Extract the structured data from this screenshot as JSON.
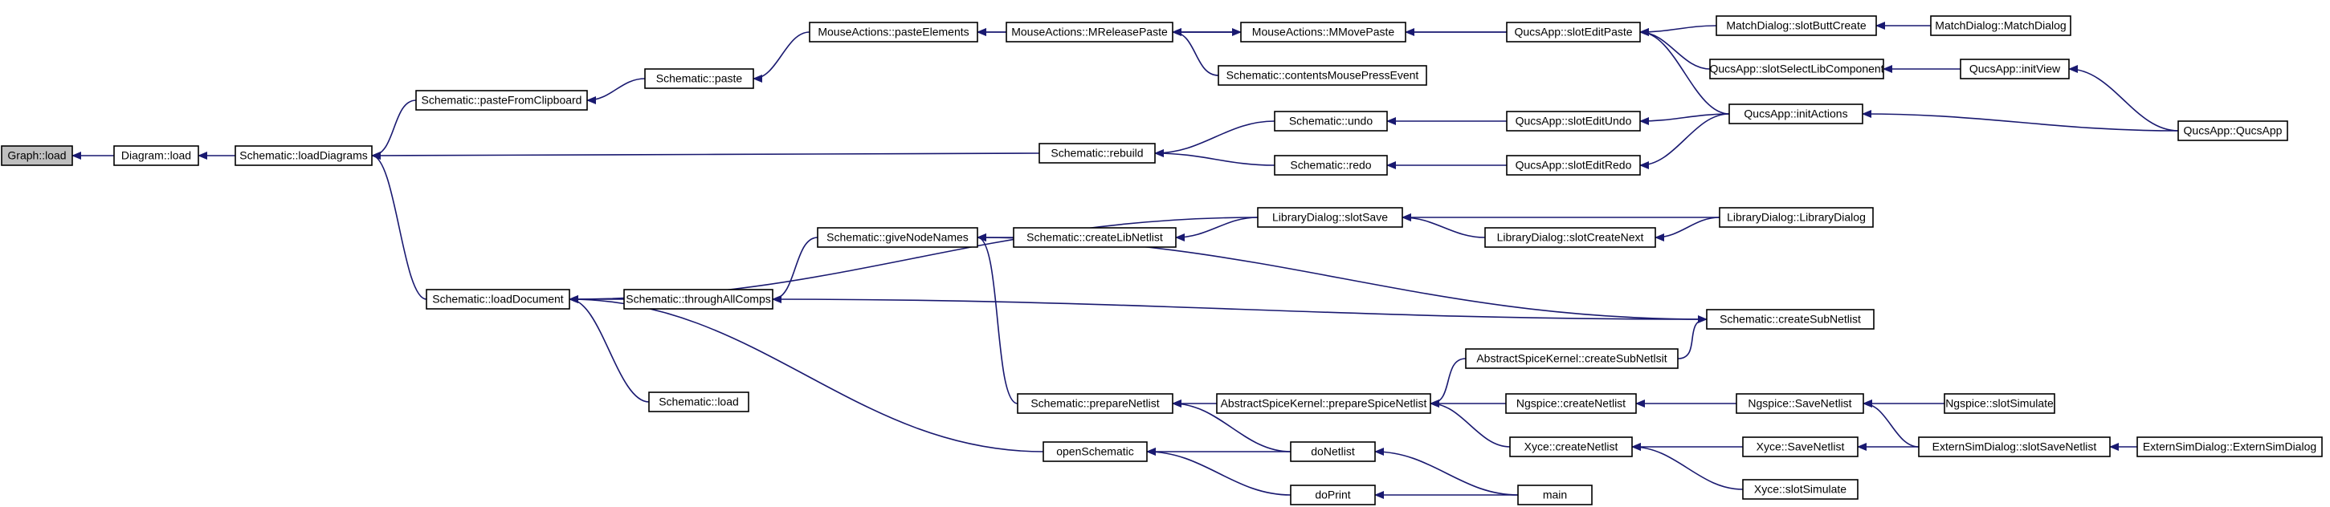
{
  "colors": {
    "edge": "#191970",
    "node_fill": "#ffffff",
    "node_fill_highlight": "#bfbfbf",
    "node_border": "#000000",
    "background": "#ffffff"
  },
  "nodes": [
    {
      "id": "n01",
      "label": "Graph::load",
      "highlight": true
    },
    {
      "id": "n02",
      "label": "Diagram::load"
    },
    {
      "id": "n03",
      "label": "Schematic::loadDiagrams"
    },
    {
      "id": "n04",
      "label": "Schematic::pasteFromClipboard"
    },
    {
      "id": "n05",
      "label": "Schematic::loadDocument"
    },
    {
      "id": "n06",
      "label": "Schematic::paste"
    },
    {
      "id": "n07",
      "label": "MouseActions::pasteElements"
    },
    {
      "id": "n08",
      "label": "MouseActions::MReleasePaste"
    },
    {
      "id": "n09",
      "label": "MouseActions::MMovePaste"
    },
    {
      "id": "n10",
      "label": "Schematic::contentsMousePressEvent"
    },
    {
      "id": "n11",
      "label": "QucsApp::slotEditPaste"
    },
    {
      "id": "n12",
      "label": "MatchDialog::slotButtCreate"
    },
    {
      "id": "n13",
      "label": "MatchDialog::MatchDialog"
    },
    {
      "id": "n14",
      "label": "QucsApp::slotSelectLibComponent"
    },
    {
      "id": "n15",
      "label": "QucsApp::initView"
    },
    {
      "id": "n16",
      "label": "QucsApp::initActions"
    },
    {
      "id": "n17",
      "label": "QucsApp::QucsApp"
    },
    {
      "id": "n18",
      "label": "Schematic::rebuild"
    },
    {
      "id": "n19",
      "label": "Schematic::undo"
    },
    {
      "id": "n20",
      "label": "Schematic::redo"
    },
    {
      "id": "n21",
      "label": "QucsApp::slotEditUndo"
    },
    {
      "id": "n22",
      "label": "QucsApp::slotEditRedo"
    },
    {
      "id": "n23",
      "label": "Schematic::throughAllComps"
    },
    {
      "id": "n24",
      "label": "Schematic::load"
    },
    {
      "id": "n25",
      "label": "Schematic::giveNodeNames"
    },
    {
      "id": "n26",
      "label": "Schematic::createLibNetlist"
    },
    {
      "id": "n27",
      "label": "LibraryDialog::slotSave"
    },
    {
      "id": "n28",
      "label": "LibraryDialog::slotCreateNext"
    },
    {
      "id": "n29",
      "label": "LibraryDialog::LibraryDialog"
    },
    {
      "id": "n30",
      "label": "Schematic::createSubNetlist"
    },
    {
      "id": "n31",
      "label": "AbstractSpiceKernel::createSubNetlsit"
    },
    {
      "id": "n32",
      "label": "Schematic::prepareNetlist"
    },
    {
      "id": "n33",
      "label": "AbstractSpiceKernel::prepareSpiceNetlist"
    },
    {
      "id": "n34",
      "label": "Ngspice::createNetlist"
    },
    {
      "id": "n35",
      "label": "Ngspice::SaveNetlist"
    },
    {
      "id": "n36",
      "label": "Ngspice::slotSimulate"
    },
    {
      "id": "n37",
      "label": "Xyce::createNetlist"
    },
    {
      "id": "n38",
      "label": "Xyce::SaveNetlist"
    },
    {
      "id": "n39",
      "label": "ExternSimDialog::slotSaveNetlist"
    },
    {
      "id": "n40",
      "label": "ExternSimDialog::ExternSimDialog"
    },
    {
      "id": "n41",
      "label": "Xyce::slotSimulate"
    },
    {
      "id": "n42",
      "label": "openSchematic"
    },
    {
      "id": "n43",
      "label": "doNetlist"
    },
    {
      "id": "n44",
      "label": "doPrint"
    },
    {
      "id": "n45",
      "label": "main"
    }
  ],
  "edges": [
    [
      "n02",
      "n01"
    ],
    [
      "n03",
      "n02"
    ],
    [
      "n04",
      "n03"
    ],
    [
      "n05",
      "n03"
    ],
    [
      "n18",
      "n03"
    ],
    [
      "n06",
      "n04"
    ],
    [
      "n07",
      "n06"
    ],
    [
      "n08",
      "n07"
    ],
    [
      "n11",
      "n07"
    ],
    [
      "n09",
      "n08"
    ],
    [
      "n10",
      "n08"
    ],
    [
      "n08",
      "n09"
    ],
    [
      "n11",
      "n09"
    ],
    [
      "n12",
      "n11"
    ],
    [
      "n14",
      "n11"
    ],
    [
      "n16",
      "n11"
    ],
    [
      "n13",
      "n12"
    ],
    [
      "n15",
      "n14"
    ],
    [
      "n17",
      "n15"
    ],
    [
      "n17",
      "n16"
    ],
    [
      "n19",
      "n18"
    ],
    [
      "n20",
      "n18"
    ],
    [
      "n21",
      "n19"
    ],
    [
      "n22",
      "n20"
    ],
    [
      "n16",
      "n21"
    ],
    [
      "n16",
      "n22"
    ],
    [
      "n23",
      "n05"
    ],
    [
      "n24",
      "n05"
    ],
    [
      "n27",
      "n05"
    ],
    [
      "n42",
      "n05"
    ],
    [
      "n25",
      "n23"
    ],
    [
      "n30",
      "n23"
    ],
    [
      "n26",
      "n25"
    ],
    [
      "n32",
      "n25"
    ],
    [
      "n30",
      "n25"
    ],
    [
      "n27",
      "n26"
    ],
    [
      "n28",
      "n27"
    ],
    [
      "n29",
      "n27"
    ],
    [
      "n29",
      "n28"
    ],
    [
      "n31",
      "n30"
    ],
    [
      "n33",
      "n32"
    ],
    [
      "n43",
      "n32"
    ],
    [
      "n31",
      "n33"
    ],
    [
      "n34",
      "n33"
    ],
    [
      "n37",
      "n33"
    ],
    [
      "n35",
      "n34"
    ],
    [
      "n36",
      "n35"
    ],
    [
      "n39",
      "n35"
    ],
    [
      "n38",
      "n37"
    ],
    [
      "n41",
      "n37"
    ],
    [
      "n39",
      "n38"
    ],
    [
      "n40",
      "n39"
    ],
    [
      "n43",
      "n42"
    ],
    [
      "n44",
      "n42"
    ],
    [
      "n45",
      "n43"
    ],
    [
      "n45",
      "n44"
    ]
  ]
}
